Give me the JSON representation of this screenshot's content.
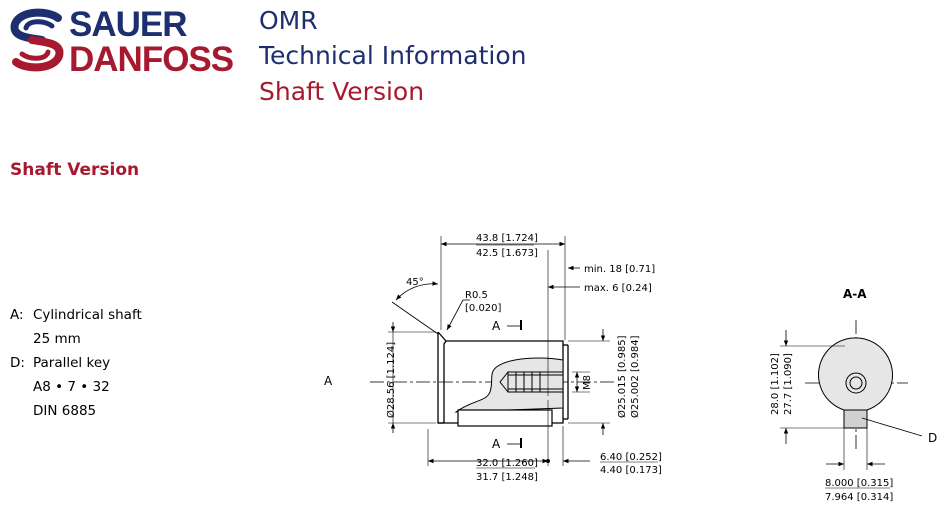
{
  "brand": {
    "line1": "SAUER",
    "line2": "DANFOSS",
    "navy": "#1d2f6f",
    "red": "#a6192e",
    "icon": "sauer-danfoss-s-logo-icon"
  },
  "header": {
    "product": "OMR",
    "doc_type": "Technical Information",
    "section": "Shaft Version"
  },
  "section_title": "Shaft Version",
  "spec": {
    "a_key": "A:",
    "a_name": "Cylindrical shaft",
    "a_size": "25 mm",
    "d_key": "D:",
    "d_name": "Parallel key",
    "d_size": "A8 • 7 • 32",
    "d_std": "DIN 6885"
  },
  "drawing": {
    "view_label": "A",
    "angle": "45°",
    "radius": "R0.5",
    "radius_in": "[0.020]",
    "section_mark_top": "A",
    "section_mark_bottom": "A",
    "len_max": "43.8 [1.724]",
    "len_min": "42.5 [1.673]",
    "min18": "min. 18 [0.71]",
    "max6": "max. 6 [0.24]",
    "shoulder_dia": "Ø28.56 [1.124]",
    "shaft_dia_max": "Ø25.015 [0.985]",
    "shaft_dia_min": "Ø25.002 [0.984]",
    "thread": "M8",
    "key_len_max": "32.0 [1.260]",
    "key_len_min": "31.7 [1.248]",
    "offset_max": "6.40 [0.252]",
    "offset_min": "4.40 [0.173]",
    "section_title": "A-A",
    "key_height_max": "28.0 [1.102]",
    "key_height_min": "27.7 [1.090]",
    "key_width_max": "8.000 [0.315]",
    "key_width_min": "7.964 [0.314]",
    "key_label": "D"
  }
}
